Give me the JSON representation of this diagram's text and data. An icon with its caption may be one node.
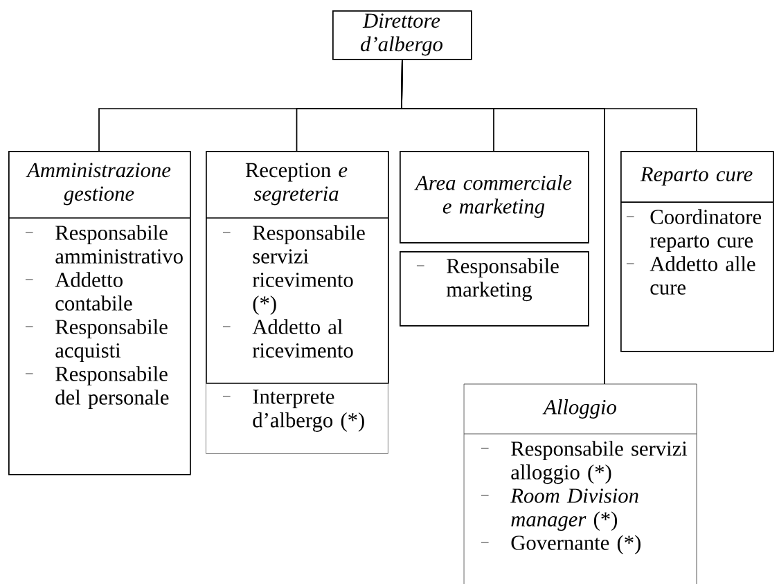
{
  "diagram": {
    "nodes": [
      {
        "text": [
          "Direttore d’albergo"
        ]
      },
      {
        "text": [
          "Amministrazione gestione",
          "Responsabile amministrativo",
          "Addetto contabile",
          "Responsabile acquisti",
          "Responsabile del personale"
        ]
      },
      {
        "text": [
          "Reception *e segreteria*",
          "Responsabile servizi ricevimento (*)",
          "Addetto al ricevimento"
        ]
      },
      {
        "text": [
          "Interprete d’albergo (*)"
        ]
      },
      {
        "text": [
          "Area commerciale e marketing"
        ]
      },
      {
        "text": [
          "Responsabile marketing"
        ]
      },
      {
        "text": [
          "Reparto cure",
          "Coordinatore reparto cure",
          "Addetto alle cure"
        ]
      },
      {
        "text": [
          "Alloggio",
          "Responsabile servizi alloggio (*)",
          "*Room Division manager* (*)",
          "Governante (*)"
        ]
      }
    ],
    "edges": [
      {
        "from": 0,
        "to": 1,
        "arrow": "none"
      },
      {
        "from": 0,
        "to": 2,
        "arrow": "none"
      },
      {
        "from": 0,
        "to": 4,
        "arrow": "none"
      },
      {
        "from": 0,
        "to": 6,
        "arrow": "none"
      },
      {
        "from": 0,
        "to": 7,
        "arrow": "none"
      }
    ]
  }
}
